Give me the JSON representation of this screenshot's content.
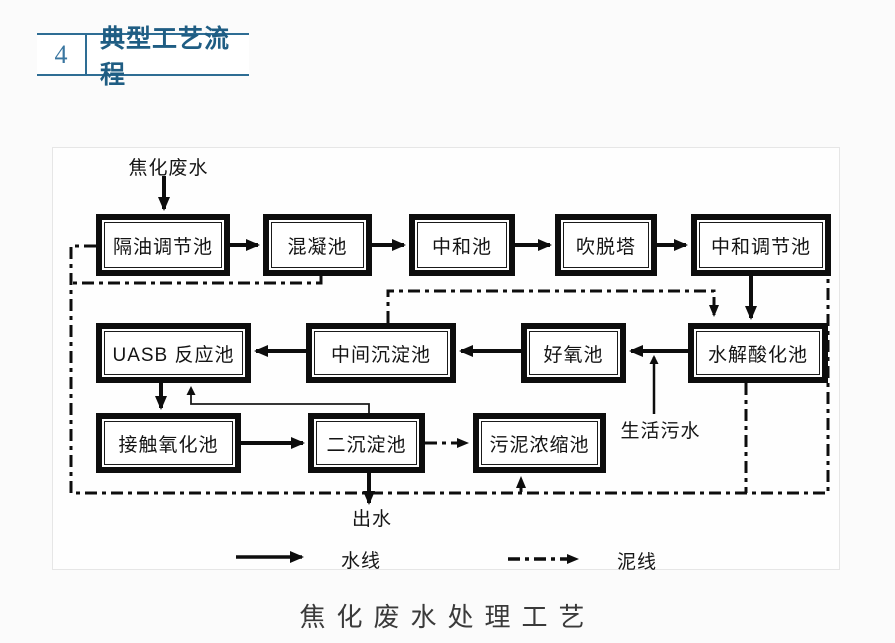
{
  "header": {
    "section_number": "4",
    "section_title": "典型工艺流程"
  },
  "diagram": {
    "input_label": "焦化废水",
    "boxes": {
      "oil_separation": "隔油调节池",
      "coagulation": "混凝池",
      "neutralization": "中和池",
      "stripping_tower": "吹脱塔",
      "neutralization_regulating": "中和调节池",
      "uasb_reactor": "UASB 反应池",
      "intermediate_sedimentation": "中间沉淀池",
      "aerobic_tank": "好氧池",
      "hydrolysis_acidification": "水解酸化池",
      "contact_oxidation": "接触氧化池",
      "secondary_sedimentation": "二沉淀池",
      "sludge_thickening": "污泥浓缩池"
    },
    "labels": {
      "domestic_sewage": "生活污水",
      "effluent": "出水"
    },
    "legend": {
      "water_line": "水线",
      "sludge_line": "泥线"
    }
  },
  "caption": "焦化废水处理工艺",
  "colors": {
    "header_accent": "#2e6d94",
    "header_number": "#3a76a0",
    "header_title": "#1f5d83",
    "diagram_ink": "#0d0d0d"
  }
}
